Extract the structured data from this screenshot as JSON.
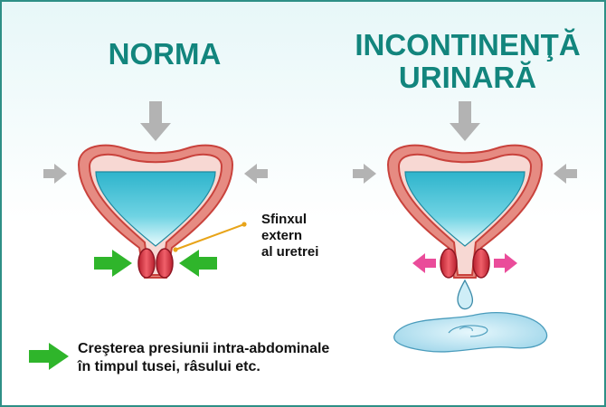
{
  "titles": {
    "norm": "NORMA",
    "incontinence_line1": "INCONTINENŢĂ",
    "incontinence_line2": "URINARĂ"
  },
  "labels": {
    "sphincter_line1": "Sfinxul",
    "sphincter_line2": "extern",
    "sphincter_line3": "al uretrei"
  },
  "legend": {
    "line1": "Creşterea presiunii intra-abdominale",
    "line2": "în timpul tusei, râsului etc."
  },
  "colors": {
    "title": "#12857d",
    "border": "#2e8f86",
    "bladder_wall": "#e68b82",
    "bladder_wall_inner": "#c9423c",
    "urine": "#3fc0d6",
    "sphincter": "#d93442",
    "pressure_arrow": "#b3b3b3",
    "normal_arrow": "#2fb52b",
    "incontinence_arrow": "#ea4c9a",
    "leader_line": "#e8a419",
    "puddle": "#a9dced"
  },
  "icons": {
    "pressure": "gray-arrow-icon",
    "contraction": "green-arrow-icon",
    "relaxation": "pink-double-arrow-icon"
  }
}
